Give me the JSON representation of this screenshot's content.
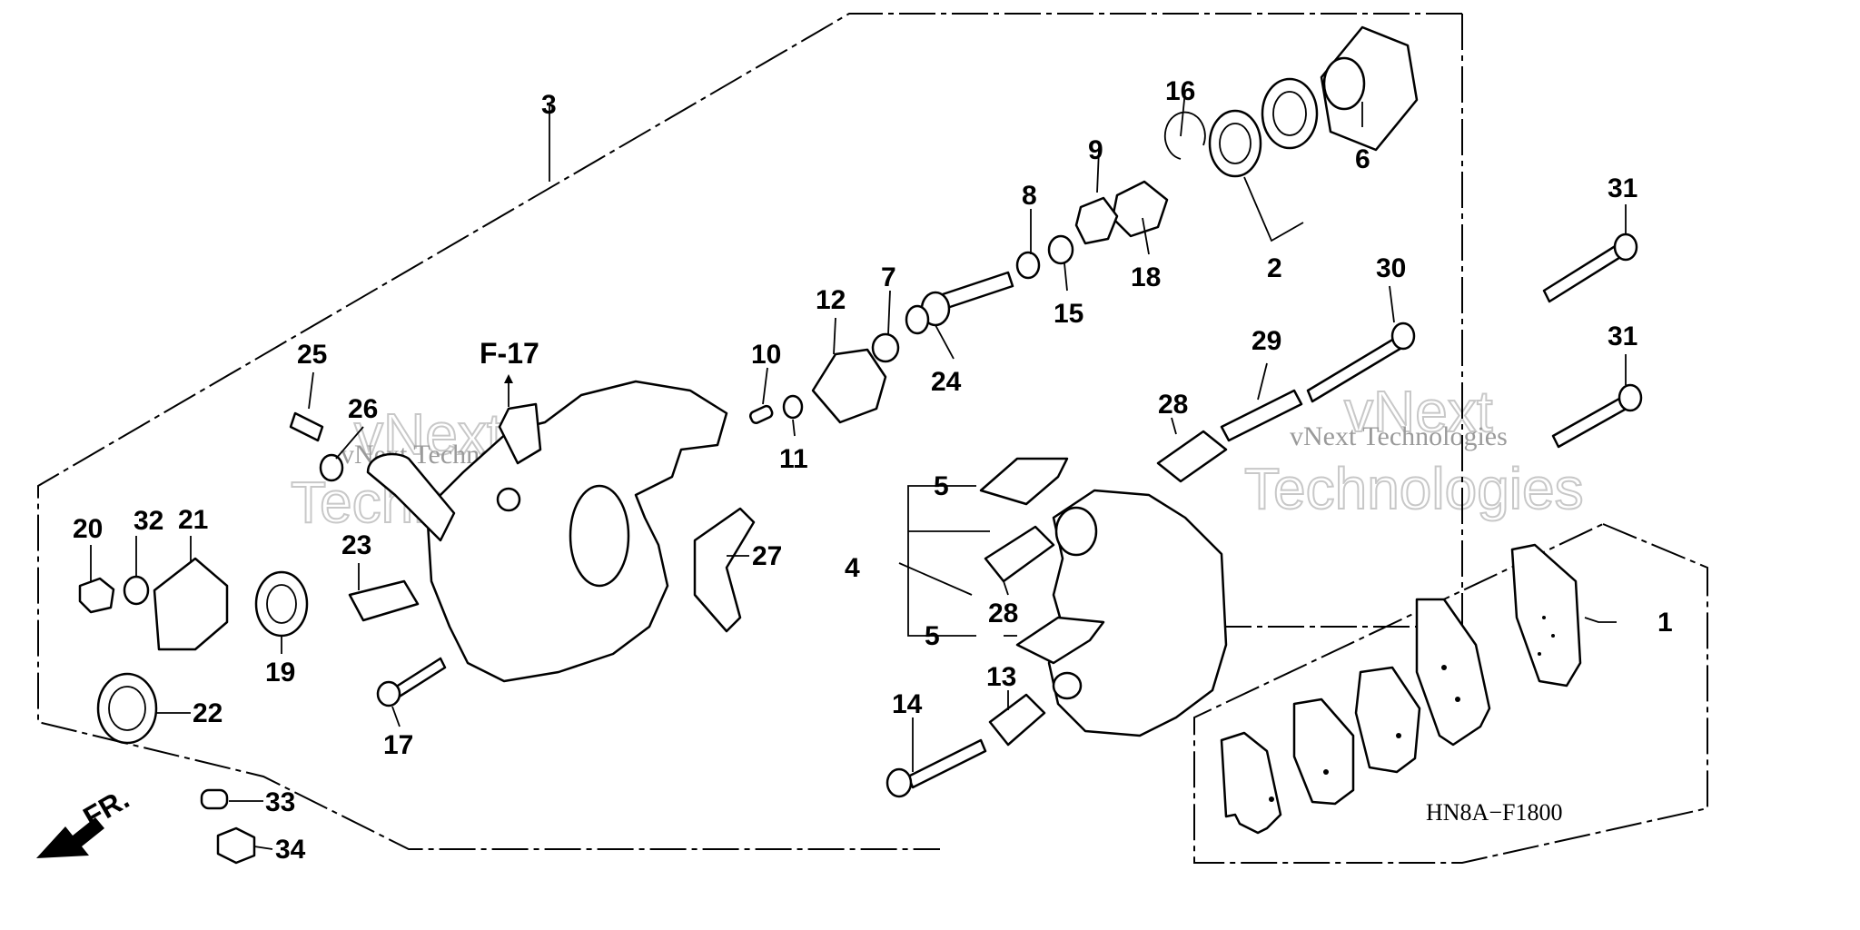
{
  "diagram": {
    "reference_code": "HN8A−F1800",
    "figure_ref": "F-17",
    "direction_label": "FR.",
    "watermark_line1": "vNext",
    "watermark_line2": "Technologies",
    "watermark_small": "vNext Technologies",
    "callouts": {
      "c1": "1",
      "c2": "2",
      "c3": "3",
      "c4": "4",
      "c5a": "5",
      "c5b": "5",
      "c6": "6",
      "c7": "7",
      "c8": "8",
      "c9": "9",
      "c10": "10",
      "c11": "11",
      "c12": "12",
      "c13": "13",
      "c14": "14",
      "c15": "15",
      "c16": "16",
      "c17": "17",
      "c18": "18",
      "c19": "19",
      "c20": "20",
      "c21": "21",
      "c22": "22",
      "c23": "23",
      "c24": "24",
      "c25": "25",
      "c26": "26",
      "c27": "27",
      "c28a": "28",
      "c28b": "28",
      "c29": "29",
      "c30": "30",
      "c31a": "31",
      "c31b": "31",
      "c32": "32",
      "c33": "33",
      "c34": "34"
    }
  }
}
